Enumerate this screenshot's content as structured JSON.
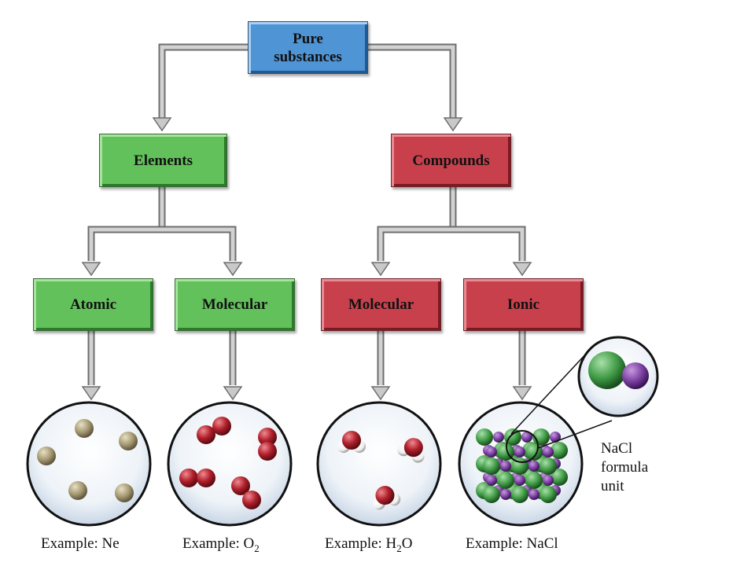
{
  "nodes": {
    "pure_substances": "Pure substances",
    "elements": "Elements",
    "compounds": "Compounds",
    "atomic": "Atomic",
    "molecular_element": "Molecular",
    "molecular_compound": "Molecular",
    "ionic": "Ionic"
  },
  "examples": {
    "ne": {
      "prefix": "Example: Ne",
      "sub": "",
      "suffix": ""
    },
    "o2": {
      "prefix": "Example: O",
      "sub": "2",
      "suffix": ""
    },
    "h2o": {
      "prefix": "Example: H",
      "sub": "2",
      "suffix": "O"
    },
    "nacl": {
      "prefix": "Example: NaCl",
      "sub": "",
      "suffix": ""
    }
  },
  "callout": {
    "line1": "NaCl",
    "line2": "formula",
    "line3": "unit"
  },
  "colors": {
    "blue_box": "#4f94d4",
    "green_box": "#62c15b",
    "red_box": "#c8404c",
    "arrow": "#9a9a9a",
    "neon": "#a39770",
    "oxygen": "#b0202c",
    "hydrogen": "#ffffff",
    "sodium": "#7a3fa0",
    "chloride": "#3f9a45"
  }
}
